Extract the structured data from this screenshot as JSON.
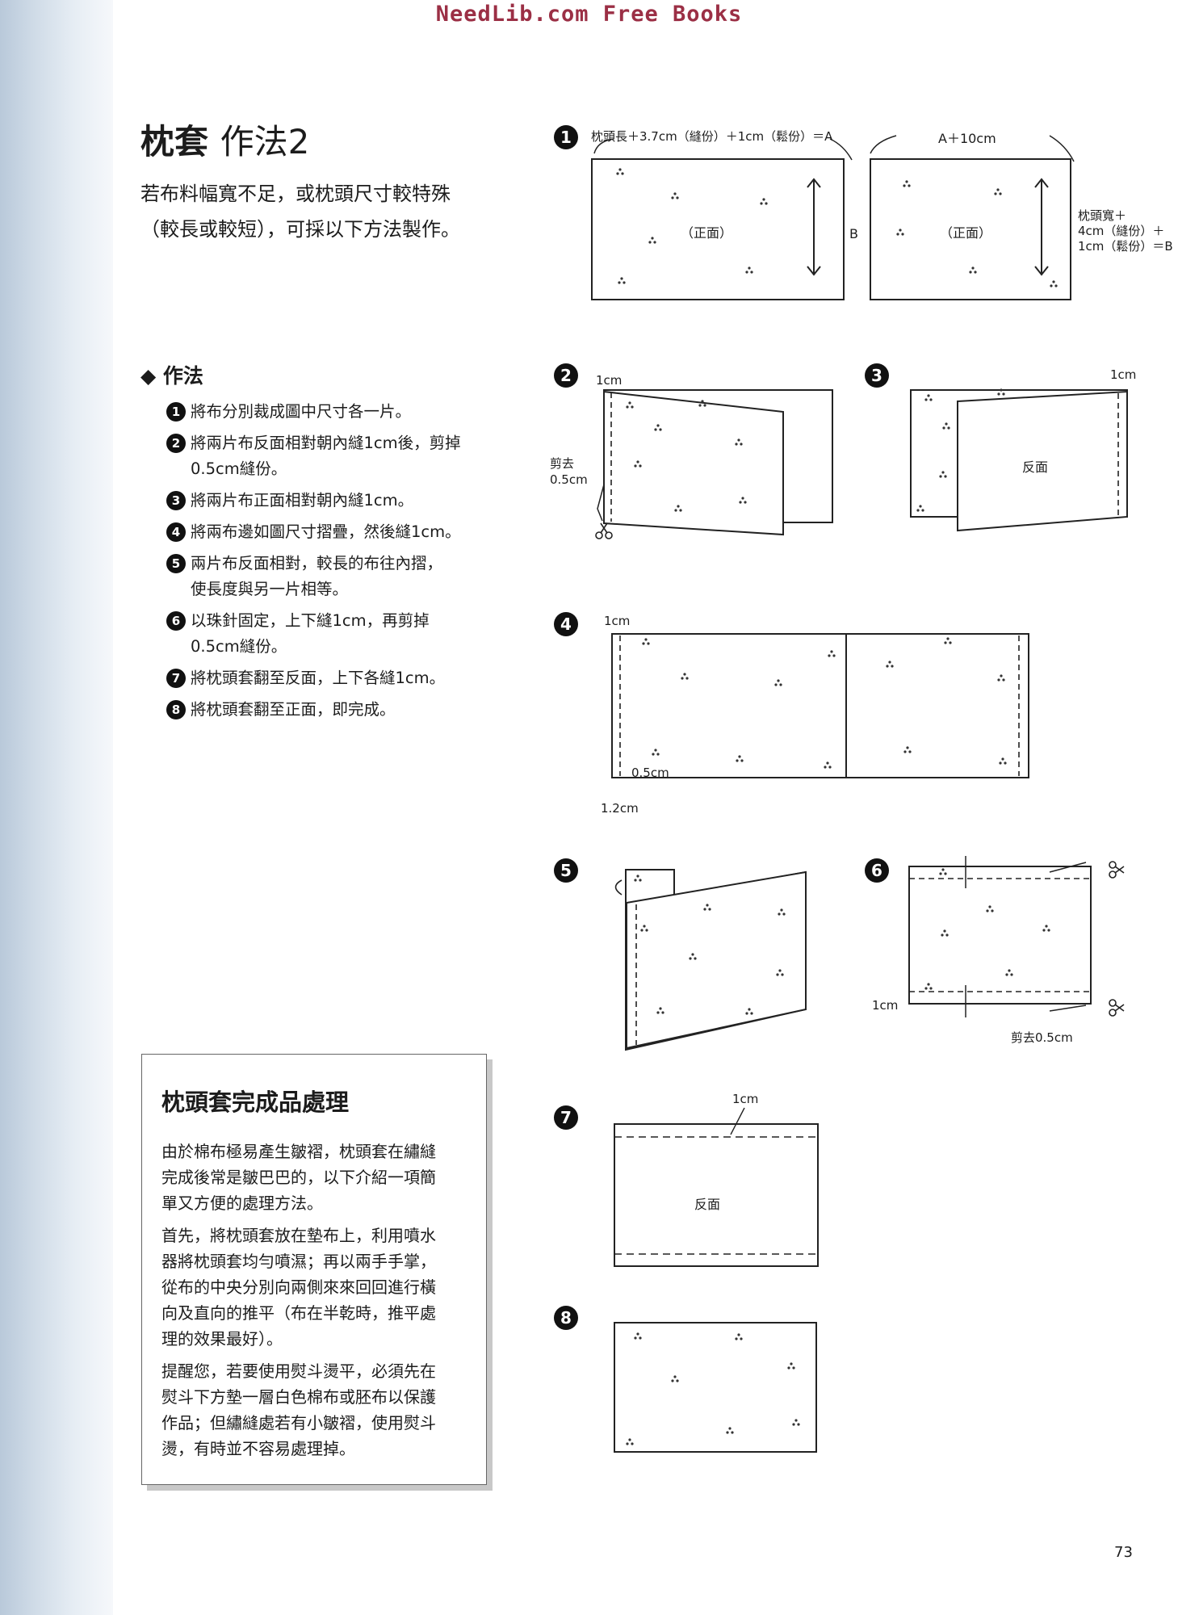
{
  "header_link": "NeedLib.com Free Books",
  "title": {
    "bold": "枕套",
    "rest": "作法2"
  },
  "intro": [
    "若布料幅寬不足，或枕頭尺寸較特殊",
    "（較長或較短），可採以下方法製作。"
  ],
  "method_heading": "◆ 作法",
  "steps": [
    {
      "n": "1",
      "lines": [
        "將布分別裁成圖中尺寸各一片。"
      ]
    },
    {
      "n": "2",
      "lines": [
        "將兩片布反面相對朝內縫1cm後，剪掉",
        "0.5cm縫份。"
      ]
    },
    {
      "n": "3",
      "lines": [
        "將兩片布正面相對朝內縫1cm。"
      ]
    },
    {
      "n": "4",
      "lines": [
        "將兩布邊如圖尺寸摺疊，然後縫1cm。"
      ]
    },
    {
      "n": "5",
      "lines": [
        "兩片布反面相對，較長的布往內摺，",
        "使長度與另一片相等。"
      ]
    },
    {
      "n": "6",
      "lines": [
        "以珠針固定，上下縫1cm，再剪掉",
        "0.5cm縫份。"
      ]
    },
    {
      "n": "7",
      "lines": [
        "將枕頭套翻至反面，上下各縫1cm。"
      ]
    },
    {
      "n": "8",
      "lines": [
        "將枕頭套翻至正面，即完成。"
      ]
    }
  ],
  "finishing": {
    "title": "枕頭套完成品處理",
    "p1": [
      "由於棉布極易產生皺褶，枕頭套在繡縫",
      "完成後常是皺巴巴的，以下介紹一項簡",
      "單又方便的處理方法。"
    ],
    "p2": [
      "首先，將枕頭套放在墊布上，利用噴水",
      "器將枕頭套均勻噴濕；再以兩手手掌，",
      "從布的中央分別向兩側來來回回進行橫",
      "向及直向的推平（布在半乾時，推平處",
      "理的效果最好）。"
    ],
    "p3": [
      "提醒您，若要使用熨斗燙平，必須先在",
      "熨斗下方墊一層白色棉布或胚布以保護",
      "作品；但繡縫處若有小皺褶，使用熨斗",
      "燙，有時並不容易處理掉。"
    ]
  },
  "diagram_labels": {
    "n1": "1",
    "n2": "2",
    "n3": "3",
    "n4": "4",
    "n5": "5",
    "n6": "6",
    "n7": "7",
    "n8": "8",
    "d1_dim_a": "枕頭長＋3.7cm（縫份）＋1cm（鬆份）＝A",
    "d1_dim_a2": "A＋10cm",
    "d1_front_left": "（正面）",
    "d1_front_right": "（正面）",
    "d1_b": "B",
    "d1_b_def": [
      "枕頭寬＋",
      "4cm（縫份）＋",
      "1cm（鬆份）＝B"
    ],
    "d2_1cm": "1cm",
    "d2_cut": [
      "剪去",
      "0.5cm"
    ],
    "d3_1cm": "1cm",
    "d3_back": "反面",
    "d4_1cm": "1cm",
    "d4_05": "0.5cm",
    "d4_12": "1.2cm",
    "d6_1cm": "1cm",
    "d6_cut": "剪去0.5cm",
    "d7_1cm": "1cm",
    "d7_back": "反面"
  },
  "page_number": "73"
}
